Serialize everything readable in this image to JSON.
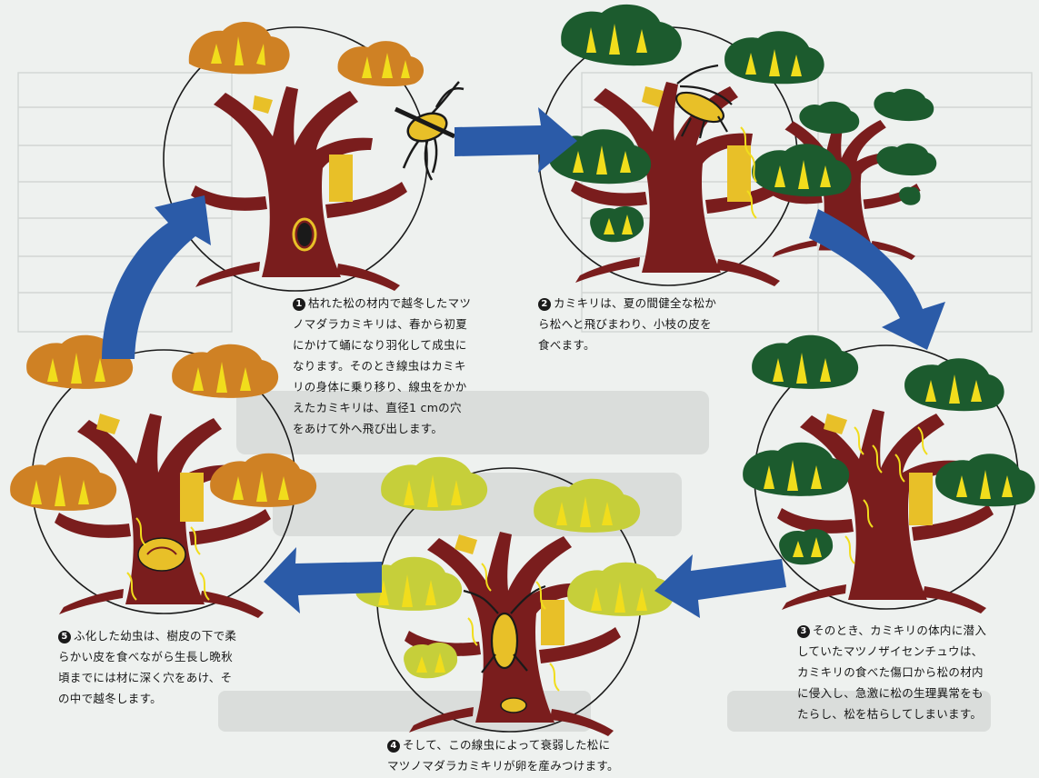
{
  "captions": [
    {
      "id": "1",
      "marker": "1",
      "text": "枯れた松の材内で越冬したマツ\nノマダラカミキリは、春から初夏\nにかけて蛹になり羽化して成虫に\nなります。そのとき線虫はカミキ\nリの身体に乗り移り、線虫をかか\nえたカミキリは、直径1 cmの穴\nをあけて外へ飛び出します。"
    },
    {
      "id": "2",
      "marker": "2",
      "text": "カミキリは、夏の間健全な松か\nら松へと飛びまわり、小枝の皮を\n食べます。"
    },
    {
      "id": "3",
      "marker": "3",
      "text": "そのとき、カミキリの体内に潜入\nしていたマツノザイセンチュウは、\nカミキリの食べた傷口から松の材内\nに侵入し、急激に松の生理異常をも\nたらし、松を枯らしてしまいます。"
    },
    {
      "id": "4",
      "marker": "4",
      "text": "そして、この線虫によって衰弱した松に\nマツノマダラカミキリが卵を産みつけます。"
    },
    {
      "id": "5",
      "marker": "5",
      "text": "ふ化した幼虫は、樹皮の下で柔\nらかい皮を食べながら生長し晩秋\n頃までには材に深く穴をあけ、そ\nの中で越冬します。"
    }
  ],
  "colors": {
    "trunk": "#7a1d1d",
    "foliage_dead": "#cf8124",
    "foliage_healthy": "#1c5b2e",
    "foliage_weak": "#c6cf3a",
    "needle": "#f1dd1c",
    "arrow": "#2b5ba8",
    "wound": "#e8c028"
  }
}
